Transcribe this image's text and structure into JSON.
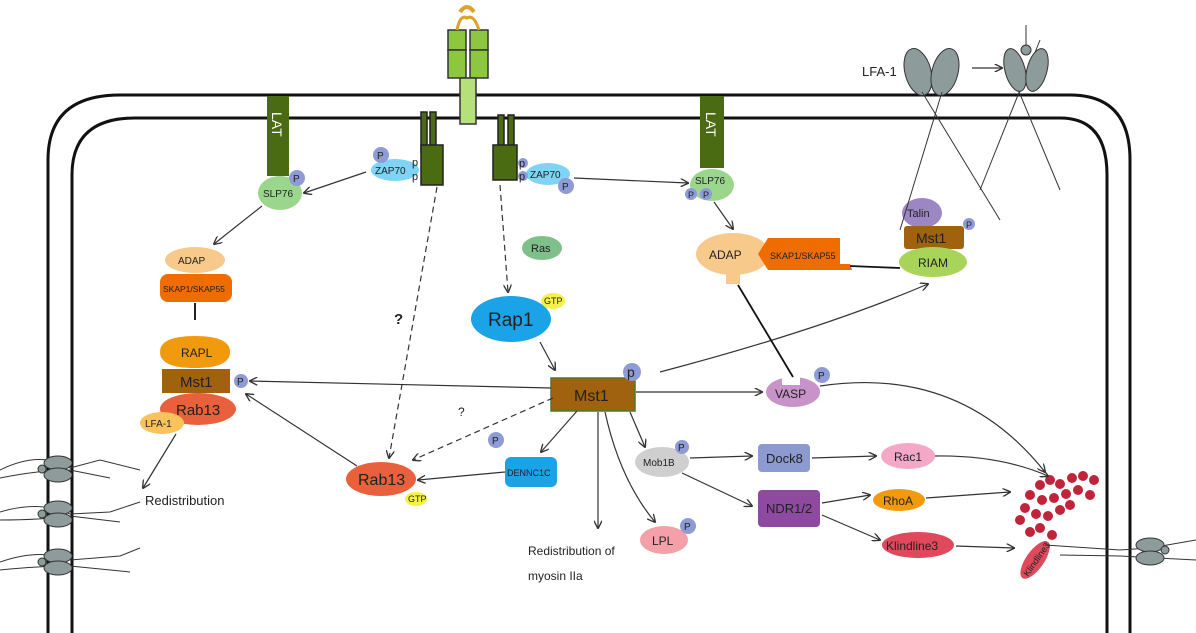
{
  "labels": {
    "lat_left": "LAT",
    "lat_right": "LAT",
    "slp76_left": "SLP76",
    "slp76_right": "SLP76",
    "zap70_left": "ZAP70",
    "zap70_right": "ZAP70",
    "p": "P",
    "p_lower": "p",
    "adap_left": "ADAP",
    "adap_right": "ADAP",
    "skap_left": "SKAP1/SKAP55",
    "skap_right": "SKAP1/SKAP55",
    "rapl": "RAPL",
    "mst1_left": "Mst1",
    "rab13_left": "Rab13",
    "lfa1_left": "LFA-1",
    "redistribution": "Redistribution",
    "question1": "?",
    "question2": "?",
    "ras": "Ras",
    "rap1": "Rap1",
    "gtp": "GTP",
    "mst1_center": "Mst1",
    "rab13_bottom": "Rab13",
    "dennc1c": "DENNC1C",
    "mob1b": "Mob1B",
    "dock8": "Dock8",
    "rac1": "Rac1",
    "ndr12": "NDR1/2",
    "rhoa": "RhoA",
    "klindline3": "Klindline3",
    "klindline3_tilted": "Klindline3",
    "lpl": "LPL",
    "myosin_line1": "Redistribution of",
    "myosin_line2": "myosin IIa",
    "vasp": "VASP",
    "talin": "Talin",
    "mst1_right": "Mst1",
    "riam": "RIAM",
    "lfa1_top": "LFA-1"
  },
  "colors": {
    "lat": "#4a6b12",
    "tcr_green": "#8dc63f",
    "zap70": "#7fd3f5",
    "phospho": "#8e9bd6",
    "slp76": "#9bd68d",
    "adap": "#f7c98a",
    "skap": "#ef6c00",
    "rapl": "#f29a0e",
    "mst1": "#a0620e",
    "rab13": "#e8603c",
    "lfa1_small": "#f7c35a",
    "ras": "#7ebf8a",
    "rap1": "#1aa3e6",
    "gtp": "#f7f04a",
    "dennc1c": "#1aa3e6",
    "mob1b": "#cfcfcf",
    "dock8": "#8c9ad1",
    "rac1": "#f4a8c8",
    "ndr12": "#8e4aa0",
    "rhoa": "#f29a0e",
    "klindline3": "#e0485c",
    "lpl": "#f4a0a8",
    "vasp": "#c893c9",
    "talin": "#9c86c4",
    "riam": "#a8d45a",
    "actin": "#c0243a",
    "integrin": "#8d9b9b"
  }
}
